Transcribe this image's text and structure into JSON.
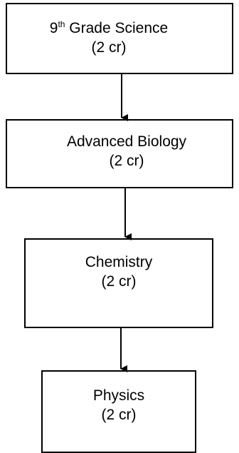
{
  "flowchart": {
    "nodes": [
      {
        "id": "grade9",
        "title_prefix": "9",
        "title_sup": "th",
        "title_rest": " Grade Science",
        "credits": "(2 cr)"
      },
      {
        "id": "advbio",
        "title": "Advanced Biology",
        "credits": "(2 cr)"
      },
      {
        "id": "chem",
        "title": "Chemistry",
        "credits": "(2 cr)"
      },
      {
        "id": "phys",
        "title": "Physics",
        "credits": "(2 cr)"
      }
    ],
    "edges": [
      {
        "from": "grade9",
        "to": "advbio"
      },
      {
        "from": "advbio",
        "to": "chem"
      },
      {
        "from": "chem",
        "to": "phys"
      }
    ]
  }
}
